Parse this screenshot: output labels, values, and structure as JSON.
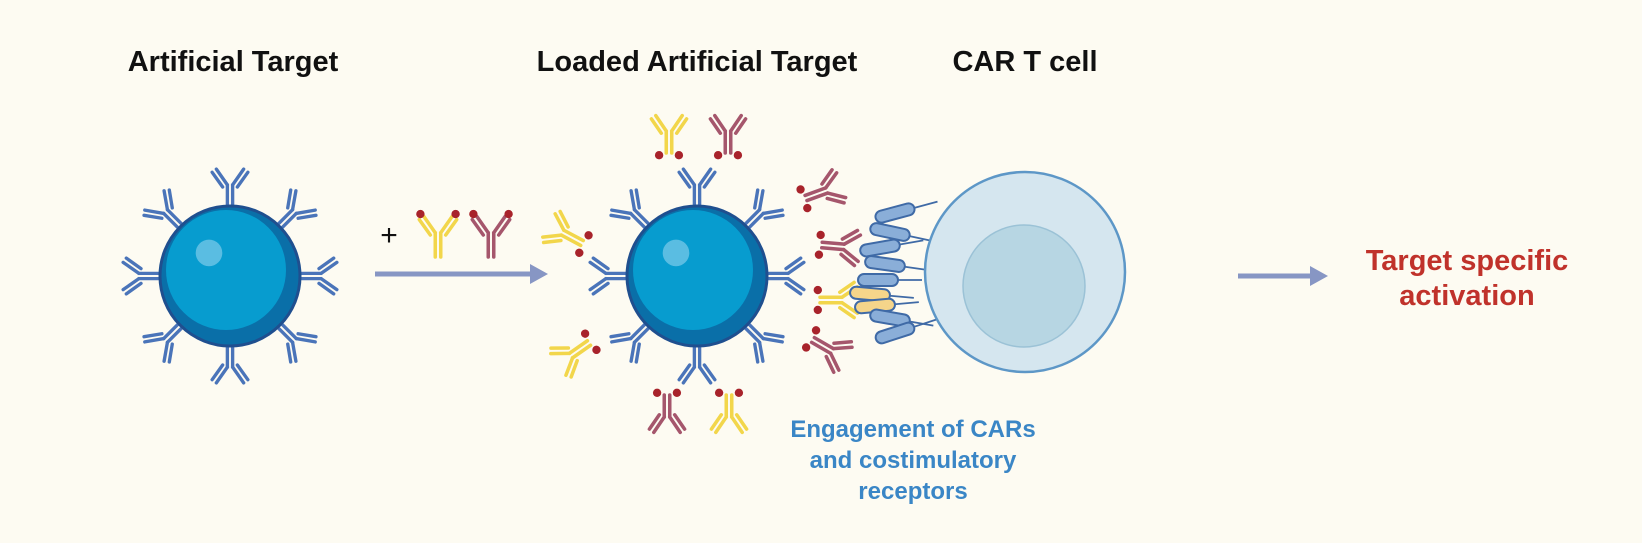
{
  "labels": {
    "artificial_target": "Artificial Target",
    "loaded_artificial_target": "Loaded Artificial Target",
    "car_t_cell": "CAR T cell",
    "plus": "+",
    "engagement": [
      "Engagement of CARs",
      "and costimulatory",
      "receptors"
    ],
    "activation": [
      "Target specific",
      "activation"
    ]
  },
  "colors": {
    "background": "#fdfbf2",
    "bead": "#079ccf",
    "bead_dark": "#0a6fa8",
    "bead_outline": "#1f4f8f",
    "capture_antibody": "#4a74b9",
    "antibody_yellow": "#f2d64b",
    "antibody_mauve": "#a5566c",
    "binding_dot": "#a8232b",
    "arrow": "#8796c4",
    "cell_outer": "#d5e6ef",
    "cell_inner": "#b7d6e3",
    "cell_outline": "#5d97c7",
    "receptor": "#8aaed8",
    "receptor_outline": "#3f6aa6",
    "costim_receptor": "#f5d58a",
    "engagement_text": "#3a86c6",
    "activation_text": "#c0322b"
  },
  "icons": [
    "bead-icon",
    "antibody-icon",
    "arrow-icon",
    "t-cell-icon",
    "car-receptor-icon"
  ]
}
